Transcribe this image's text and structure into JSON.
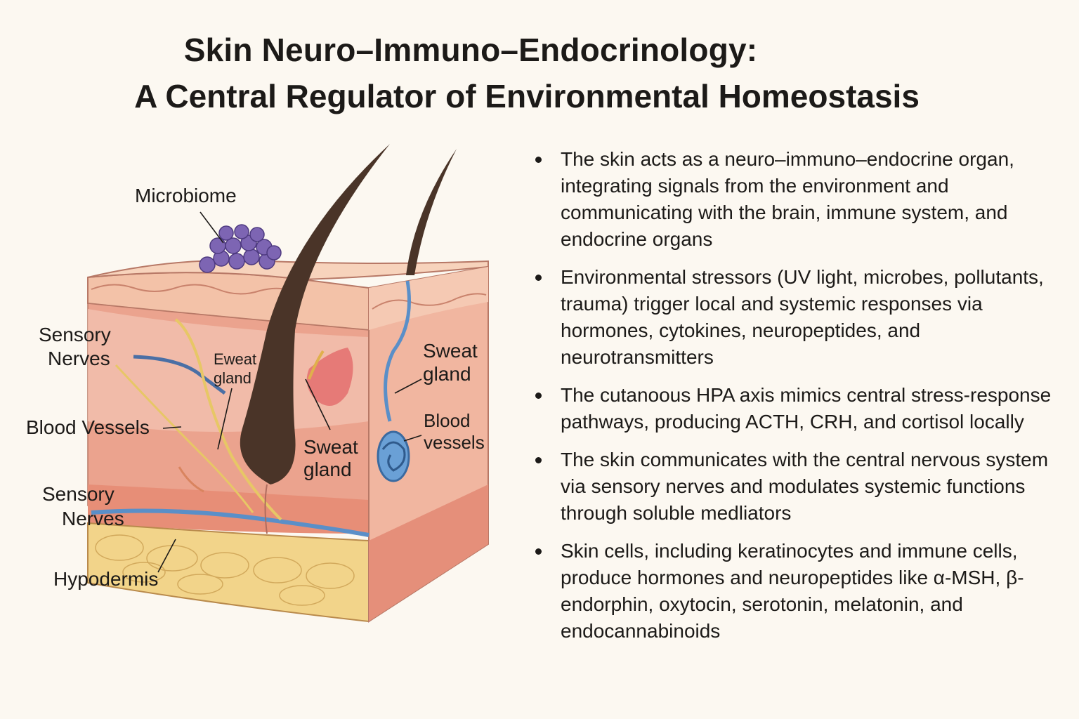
{
  "title": {
    "line1": "Skin Neuro–Immuno–Endocrinology:",
    "line2": "A Central Regulator of Environmental Homeostasis"
  },
  "diagram": {
    "labels": {
      "microbiome": "Microbiome",
      "sensory_nerves_top_1": "Sensory",
      "sensory_nerves_top_2": "Nerves",
      "blood_vessels_left": "Blood Vessels",
      "sensory_nerves_bottom_1": "Sensory",
      "sensory_nerves_bottom_2": "Nerves",
      "hypodermis": "Hypodermis",
      "eweat_gland_1": "Eweat",
      "eweat_gland_2": "gland",
      "sweat_gland_center_1": "Sweat",
      "sweat_gland_center_2": "gland",
      "sweat_gland_right_1": "Sweat",
      "sweat_gland_right_2": "gland",
      "blood_vessels_right_1": "Blood",
      "blood_vessels_right_2": "vessels"
    },
    "colors": {
      "epidermis": "#f3c2a8",
      "dermis": "#eba38e",
      "hypodermis": "#f2d48a",
      "hair": "#4a3428",
      "microbes": "#7d65b3",
      "blood_vessel": "#5a8fc8",
      "nerve": "#e7c766"
    }
  },
  "bullets": [
    "The skin acts as a neuro–immuno–endocrine organ, integrating signals from the environment and communicating with the brain, immune system, and endocrine organs",
    "Environmental stressors (UV light, microbes, pollutants, trauma) trigger local and systemic responses via hormones, cytokines, neuropeptides, and neurotransmitters",
    "The cutanoous HPA axis mimics central stress-response pathways, producing ACTH, CRH, and cortisol locally",
    "The skin communicates with the central nervous system via sensory nerves and modulates systemic functions through soluble medliators",
    "Skin cells, including keratinocytes and immune cells, produce hormones and neuropeptides like α-MSH, β-endorphin, oxytocin, serotonin, melatonin, and endocannabinoids"
  ]
}
